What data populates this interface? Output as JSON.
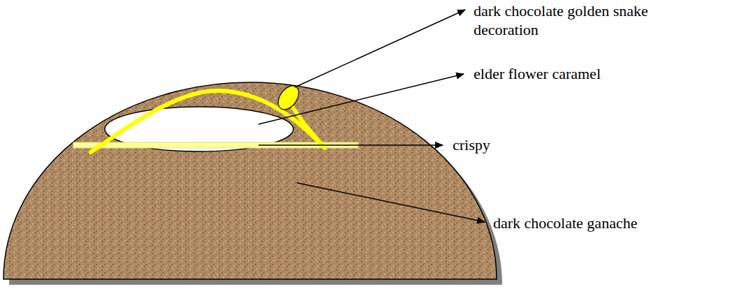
{
  "diagram": {
    "labels": [
      "dark chocolate golden snake decoration",
      "elder flower caramel",
      "crispy",
      "dark chocolate ganache"
    ]
  }
}
